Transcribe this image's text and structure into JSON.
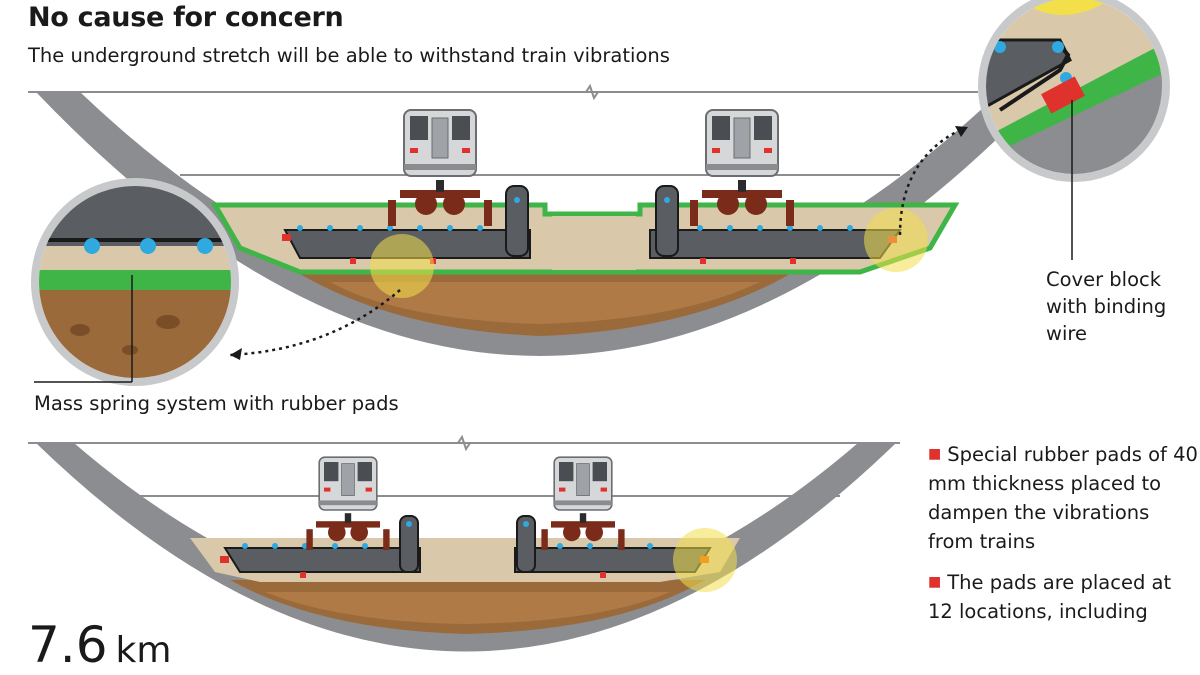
{
  "title": "No cause for concern",
  "subtitle": "The underground stretch will be able to withstand train vibrations",
  "callouts": {
    "cover_block": "Cover block with binding wire",
    "mass_spring": "Mass spring system with rubber pads"
  },
  "bullets": [
    "Special rubber pads of 40 mm thickness placed to dampen the vibrations from trains",
    "The pads are placed at 12 locations, including"
  ],
  "stat": {
    "value": "7.6",
    "unit": "km"
  },
  "colors": {
    "tunnel": "#8c8d90",
    "tunnel_interior": "#ffffff",
    "slab": "#d9c8aa",
    "green_membrane": "#3fb548",
    "soil": "#9b6a3b",
    "track_bed": "#5a5d62",
    "bolt": "#2fa9df",
    "pad": "#e0322c",
    "highlight": "#f3df4a",
    "train_body": "#d6d7d9",
    "bogie": "#7a2b1a"
  }
}
